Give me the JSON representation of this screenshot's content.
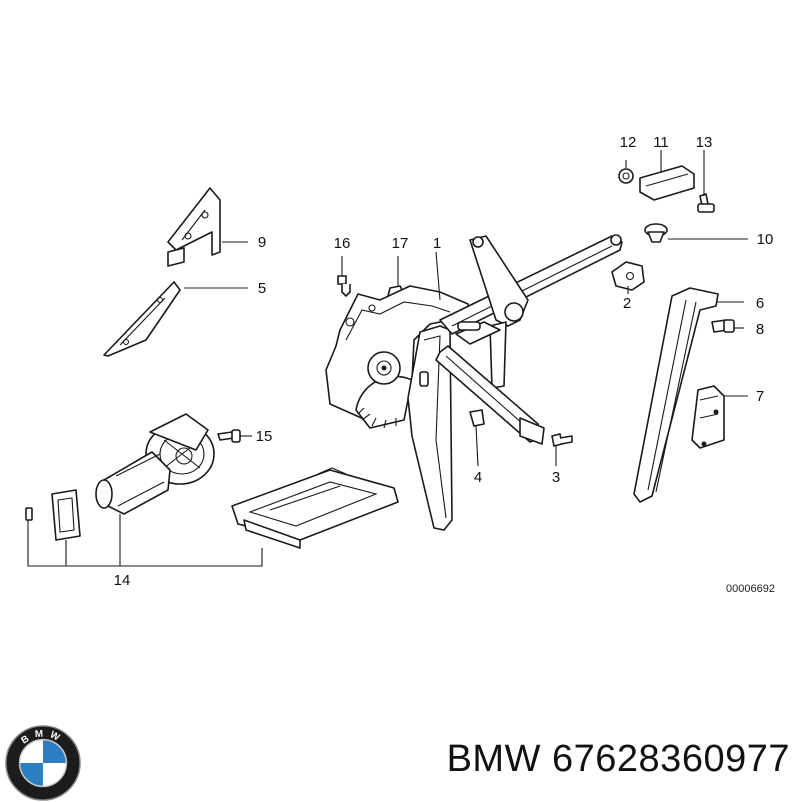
{
  "diagram": {
    "callouts": {
      "c1": "1",
      "c2": "2",
      "c3": "3",
      "c4": "4",
      "c5": "5",
      "c6": "6",
      "c7": "7",
      "c8": "8",
      "c9": "9",
      "c10": "10",
      "c11": "11",
      "c12": "12",
      "c13": "13",
      "c14": "14",
      "c15": "15",
      "c16": "16",
      "c17": "17"
    },
    "drawing_number": "00006692"
  },
  "footer": {
    "logo_letters": "BMW",
    "brand": "BMW",
    "part_number": "67628360977"
  },
  "colors": {
    "line": "#1a1a1a",
    "logo_blue": "#2d7fc4",
    "logo_ring": "#1c1c1c",
    "logo_silver": "#c9c9c9"
  }
}
